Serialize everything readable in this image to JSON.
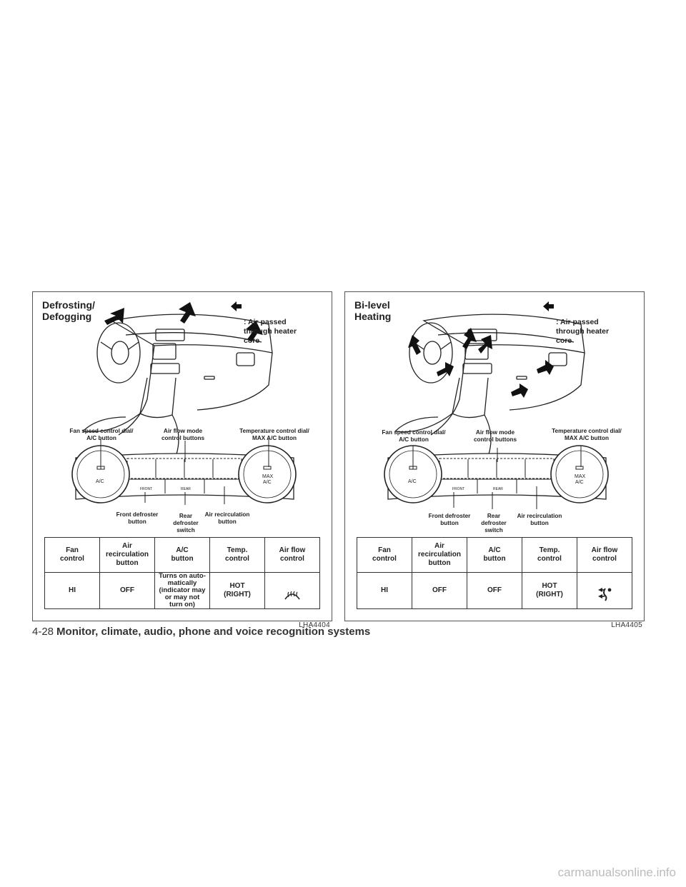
{
  "left": {
    "title": "Defrosting/\nDefogging",
    "legend": ": Air passed\n   through heater\n   core",
    "callouts": {
      "fan": "Fan speed control dial/\nA/C button",
      "mode": "Air flow mode\ncontrol buttons",
      "temp": "Temperature control dial/\nMAX A/C button",
      "front": "Front defroster\nbutton",
      "rear": "Rear\ndefroster\nswitch",
      "recirc": "Air recirculation\nbutton"
    },
    "table": {
      "headers": [
        "Fan\ncontrol",
        "Air\nrecirculation\nbutton",
        "A/C\nbutton",
        "Temp.\ncontrol",
        "Air flow\ncontrol"
      ],
      "row": [
        "HI",
        "OFF",
        "Turns on auto-\nmatically\n(indicator may\nor may not\nturn on)",
        "HOT\n(RIGHT)"
      ],
      "airflow_icon": "front-defroster-icon"
    },
    "code": "LHA4404"
  },
  "right": {
    "title": "Bi-level\nHeating",
    "legend": ": Air passed\n   through heater\n   core",
    "callouts": {
      "fan": "Fan speed control dial/\nA/C button",
      "mode": "Air flow mode\ncontrol buttons",
      "temp": "Temperature control dial/\nMAX A/C button",
      "front": "Front defroster\nbutton",
      "rear": "Rear\ndefroster\nswitch",
      "recirc": "Air recirculation\nbutton"
    },
    "table": {
      "headers": [
        "Fan\ncontrol",
        "Air\nrecirculation\nbutton",
        "A/C\nbutton",
        "Temp.\ncontrol",
        "Air flow\ncontrol"
      ],
      "row": [
        "HI",
        "OFF",
        "OFF",
        "HOT\n(RIGHT)"
      ],
      "airflow_icon": "bi-level-icon"
    },
    "code": "LHA4405"
  },
  "control_panel_labels": {
    "ac": "A/C",
    "max": "MAX",
    "max_ac": "A/C",
    "front": "FRONT",
    "rear": "REAR"
  },
  "footer": {
    "page": "4-28",
    "section": "Monitor, climate, audio, phone and voice recognition systems"
  },
  "watermark": "carmanualsonline.info"
}
